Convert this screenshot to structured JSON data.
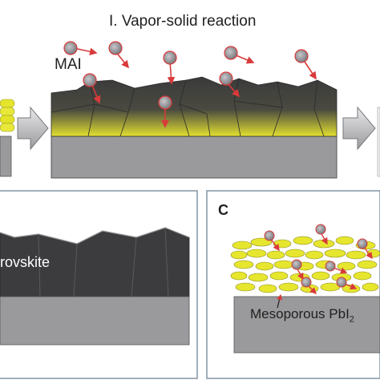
{
  "top_panel": {
    "title": "I. Vapor-solid reaction",
    "reactant_label": "MAI"
  },
  "bottom_left_panel": {
    "layer_label": "rovskite"
  },
  "bottom_right_panel": {
    "panel_letter": "C",
    "layer_label_main": "Mesoporous PbI",
    "layer_label_subscript": "2"
  },
  "colors": {
    "perovskite_dark": "#3a3a3c",
    "pbi2_yellow": "#e8e830",
    "substrate_gray": "#9a9a9c",
    "arrow_red": "#d93a3a",
    "molecule_gray": "#8a8a8c",
    "panel_border": "#8a9aa8"
  }
}
